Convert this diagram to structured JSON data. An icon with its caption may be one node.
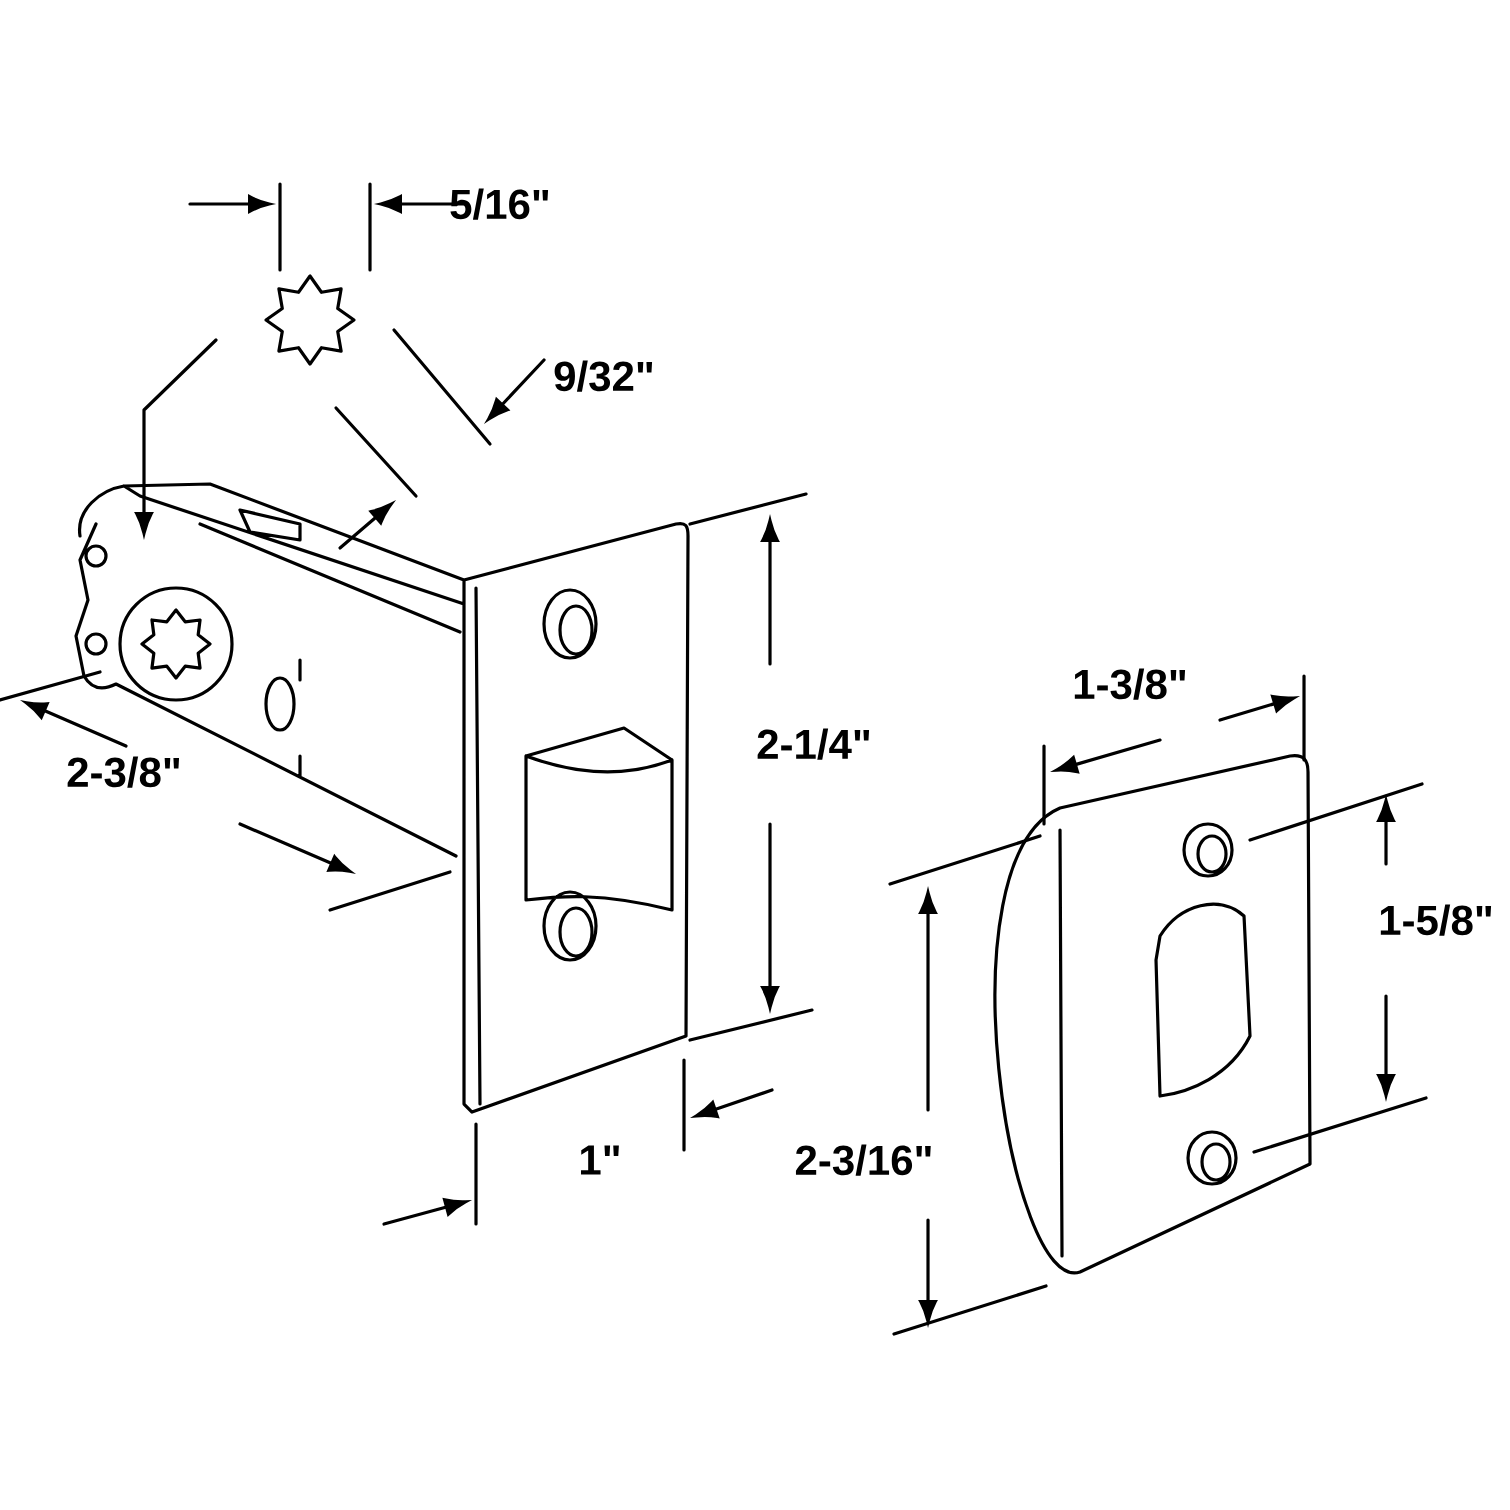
{
  "diagram": {
    "labels": [
      "5/16\"",
      "9/32\"",
      "1-3/8\"",
      "2-1/4\"",
      "2-3/8\"",
      "1-5/8\"",
      "2-3/16\"",
      "1\""
    ]
  }
}
